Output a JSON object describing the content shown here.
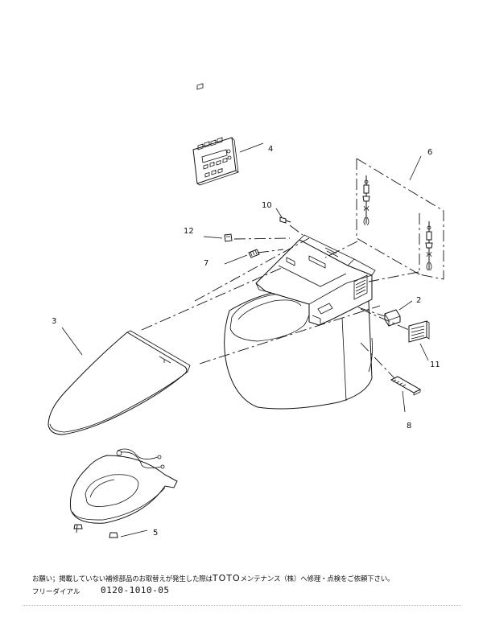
{
  "callouts": {
    "c2": "2",
    "c3": "3",
    "c4": "4",
    "c5": "5",
    "c6": "6",
    "c7": "7",
    "c8": "8",
    "c10": "10",
    "c11": "11",
    "c12": "12"
  },
  "footer": {
    "notice_prefix": "お願い；掲載していない補修部品のお取替えが発生した際は",
    "notice_brand": "TOTO",
    "notice_suffix": "メンテナンス（株）へ修理・点検をご依頼下さい。",
    "freedial_label": "フリーダイアル",
    "freedial_number": "0120-1010-05"
  }
}
